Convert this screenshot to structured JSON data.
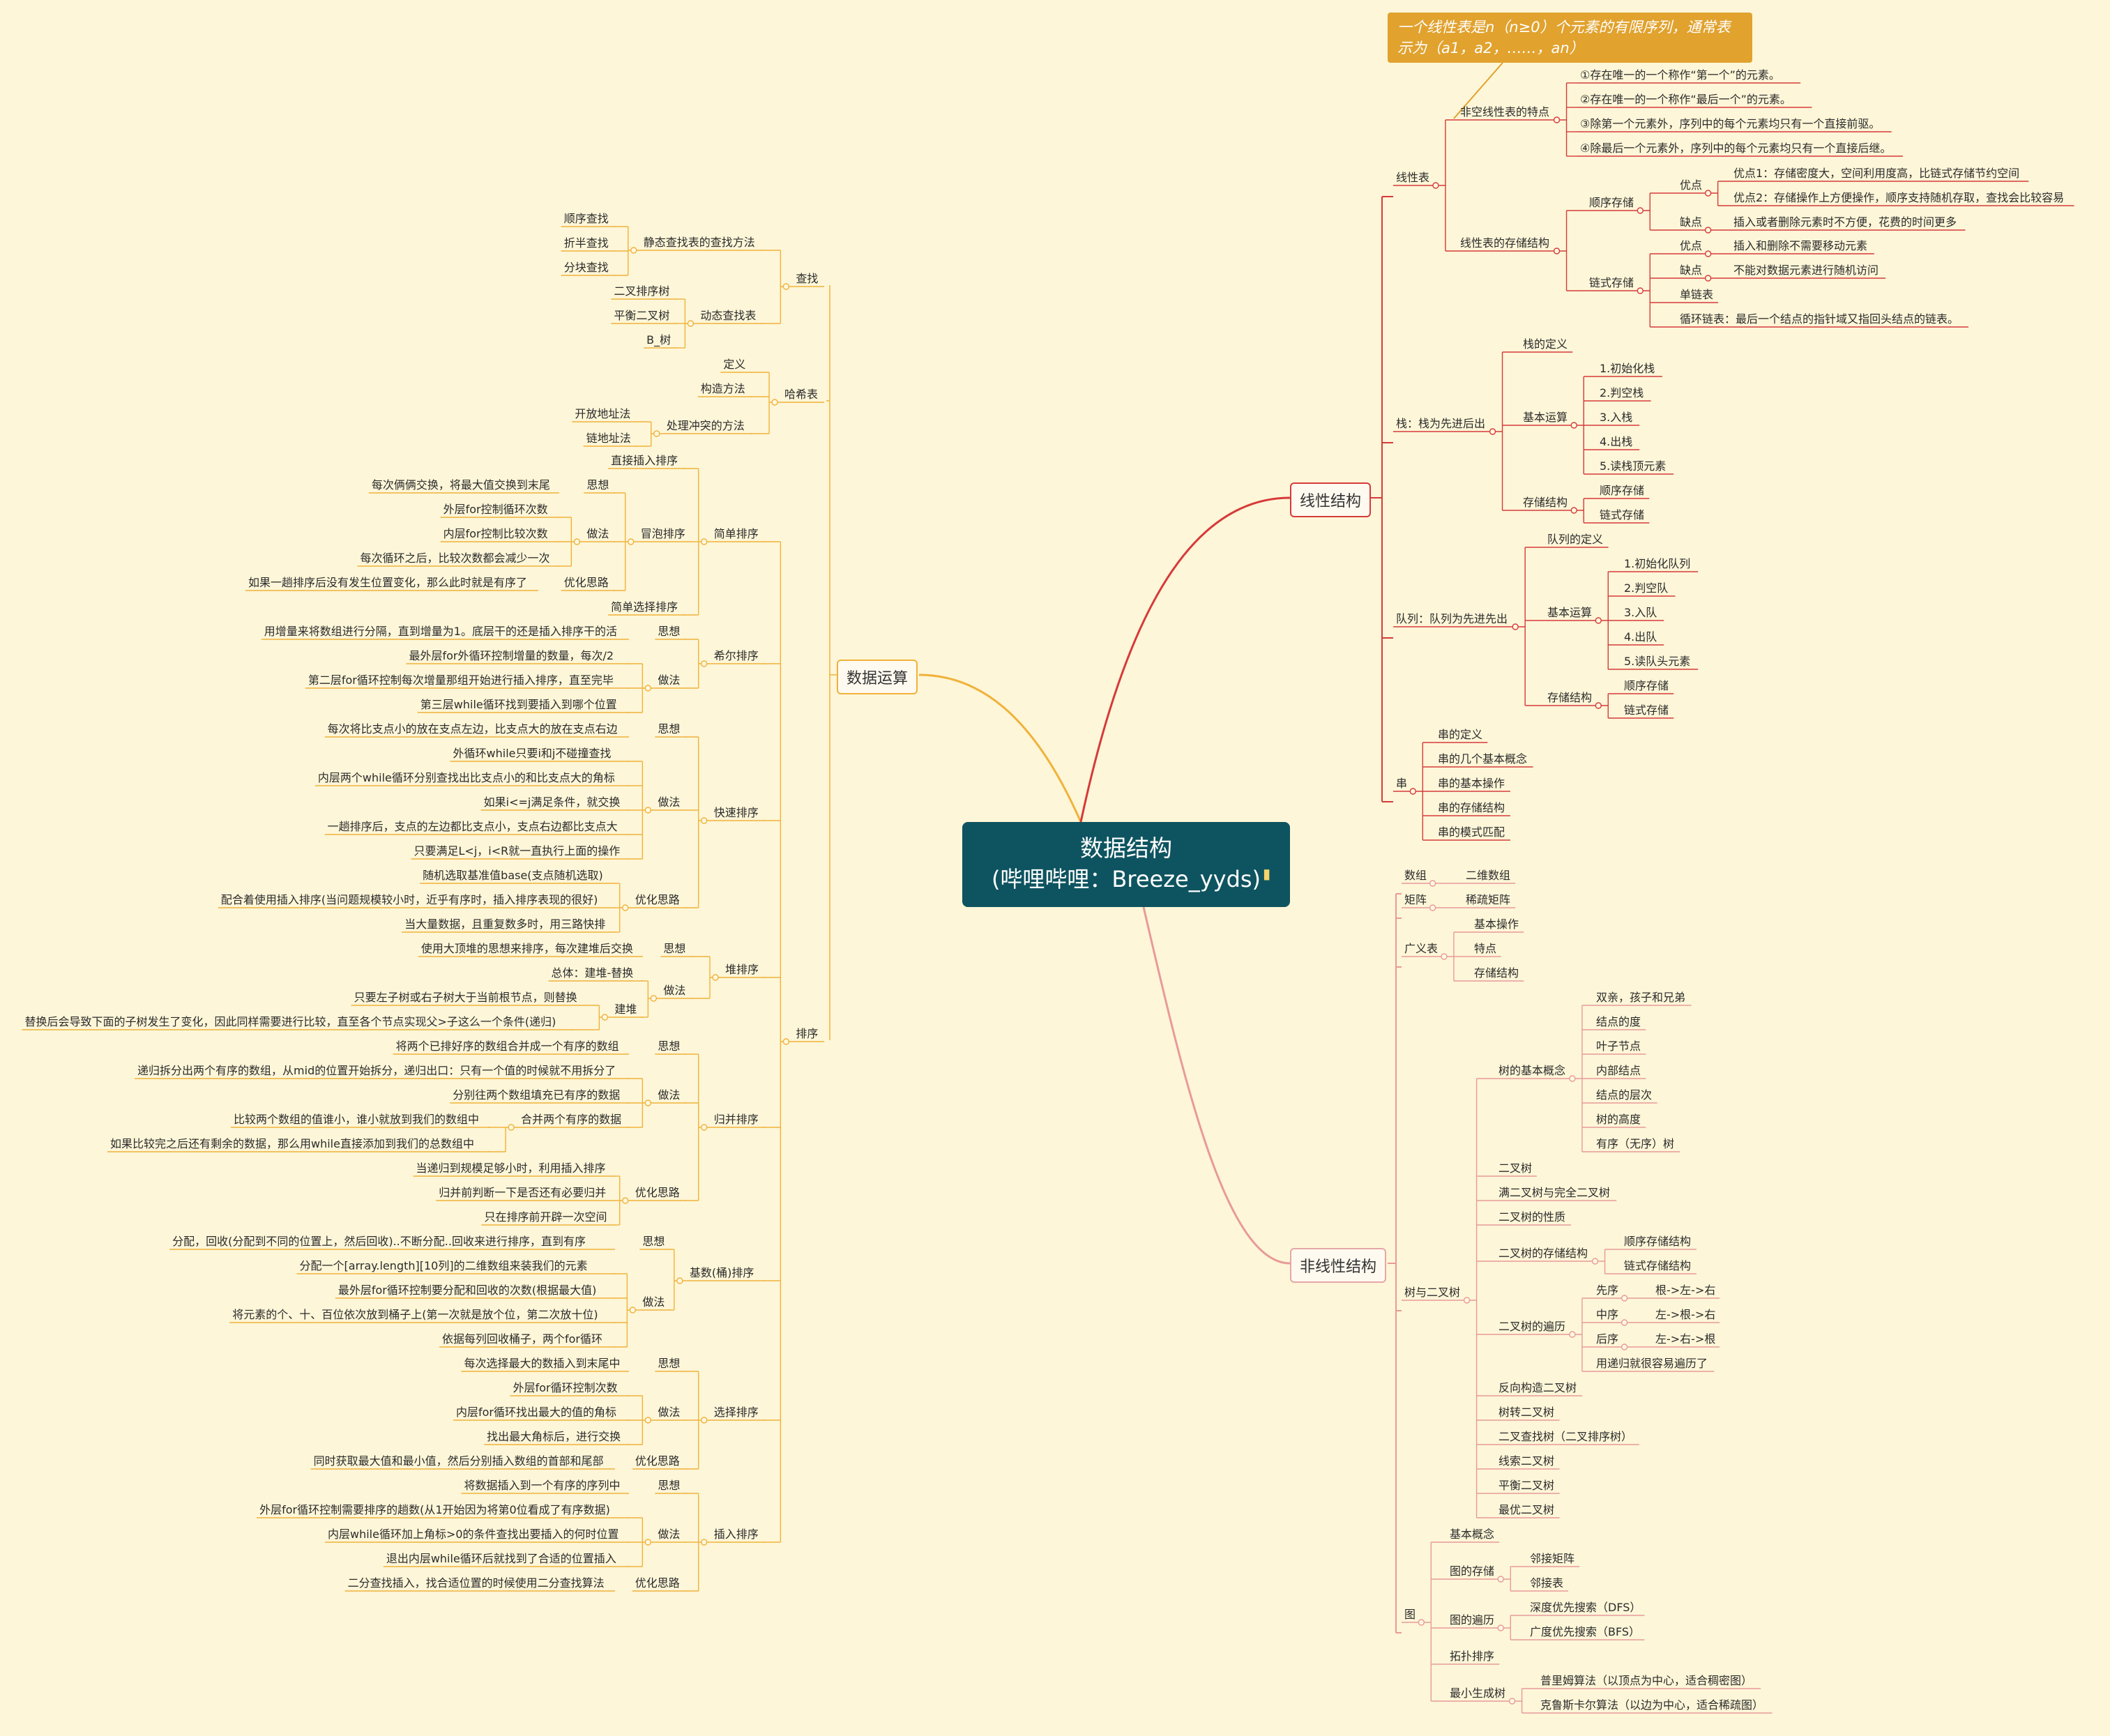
{
  "root": {
    "line1": "数据结构",
    "line2": "(哔哩哔哩：Breeze_yyds)",
    "icon": "note-icon"
  },
  "callout": "一个线性表是n（n≥0）个元素的有限序列，通常表示为（a1，a2，……，an）",
  "colors": {
    "background": "#fdf6d8",
    "root": "#0e5460",
    "left": "#f0b23a",
    "linear": "#d63a3a",
    "nonlinear": "#e6a7a7",
    "callout": "#e1a22e"
  },
  "branches": {
    "ops": "数据运算",
    "linear": "线性结构",
    "nonlinear": "非线性结构"
  },
  "ops": {
    "search": {
      "label": "查找",
      "static": {
        "label": "静态查找表的查找方法",
        "items": [
          "顺序查找",
          "折半查找",
          "分块查找"
        ]
      },
      "dynamic": {
        "label": "动态查找表",
        "items": [
          "二叉排序树",
          "平衡二叉树",
          "B_树"
        ]
      }
    },
    "hash": {
      "label": "哈希表",
      "items": [
        "定义",
        "构造方法"
      ],
      "conflict": {
        "label": "处理冲突的方法",
        "items": [
          "开放地址法",
          "链地址法"
        ]
      }
    },
    "sort": {
      "label": "排序",
      "simple": {
        "label": "简单排序",
        "insert": "直接插入排序",
        "bubble": {
          "label": "冒泡排序",
          "idea_label": "思想",
          "idea": "每次俩俩交换，将最大值交换到末尾",
          "method_label": "做法",
          "method": [
            "外层for控制循环次数",
            "内层for控制比较次数",
            "每次循环之后，比较次数都会减少一次"
          ],
          "opt_label": "优化思路",
          "opt": "如果一趟排序后没有发生位置变化，那么此时就是有序了"
        },
        "select": "简单选择排序"
      },
      "shell": {
        "label": "希尔排序",
        "idea_label": "思想",
        "idea": "用增量来将数组进行分隔，直到增量为1。底层干的还是插入排序干的活",
        "method_label": "做法",
        "method": [
          "最外层for外循环控制增量的数量，每次/2",
          "第二层for循环控制每次增量那组开始进行插入排序，直至完毕",
          "第三层while循环找到要插入到哪个位置"
        ]
      },
      "quick": {
        "label": "快速排序",
        "idea_label": "思想",
        "idea": "每次将比支点小的放在支点左边，比支点大的放在支点右边",
        "method_label": "做法",
        "method": [
          "外循环while只要i和j不碰撞查找",
          "内层两个while循环分别查找出比支点小的和比支点大的角标",
          "如果i<=j满足条件，就交换",
          "一趟排序后，支点的左边都比支点小，支点右边都比支点大",
          "只要满足L<j，i<R就一直执行上面的操作"
        ],
        "opt_label": "优化思路",
        "opt": [
          "随机选取基准值base(支点随机选取)",
          "配合着使用插入排序(当问题规模较小时，近乎有序时，插入排序表现的很好)",
          "当大量数据，且重复数多时，用三路快排"
        ]
      },
      "heap": {
        "label": "堆排序",
        "idea_label": "思想",
        "idea": "使用大顶堆的思想来排序，每次建堆后交换",
        "method_label": "做法",
        "overall": "总体：建堆-替换",
        "build_label": "建堆",
        "build": [
          "只要左子树或右子树大于当前根节点，则替换",
          "替换后会导致下面的子树发生了变化，因此同样需要进行比较，直至各个节点实现父>子这么一个条件(递归)"
        ]
      },
      "merge": {
        "label": "归并排序",
        "idea_label": "思想",
        "idea": "将两个已排好序的数组合并成一个有序的数组",
        "method_label": "做法",
        "method": [
          "递归拆分出两个有序的数组，从mid的位置开始拆分，递归出口：只有一个值的时候就不用拆分了",
          "分别往两个数组填充已有序的数据"
        ],
        "combine_label": "合并两个有序的数据",
        "combine": [
          "比较两个数组的值谁小，谁小就放到我们的数组中",
          "如果比较完之后还有剩余的数据，那么用while直接添加到我们的总数组中"
        ],
        "opt_label": "优化思路",
        "opt": [
          "当递归到规模足够小时，利用插入排序",
          "归并前判断一下是否还有必要归并",
          "只在排序前开辟一次空间"
        ]
      },
      "radix": {
        "label": "基数(桶)排序",
        "idea_label": "思想",
        "idea": "分配，回收(分配到不同的位置上，然后回收)..不断分配..回收来进行排序，直到有序",
        "method_label": "做法",
        "method": [
          "分配一个[array.length][10列]的二维数组来装我们的元素",
          "最外层for循环控制要分配和回收的次数(根据最大值)",
          "将元素的个、十、百位依次放到桶子上(第一次就是放个位，第二次放十位)",
          "依据每列回收桶子，两个for循环"
        ]
      },
      "selection": {
        "label": "选择排序",
        "idea_label": "思想",
        "idea": "每次选择最大的数插入到末尾中",
        "method_label": "做法",
        "method": [
          "外层for循环控制次数",
          "内层for循环找出最大的值的角标",
          "找出最大角标后，进行交换"
        ],
        "opt_label": "优化思路",
        "opt": "同时获取最大值和最小值，然后分别插入数组的首部和尾部"
      },
      "insertion": {
        "label": "插入排序",
        "idea_label": "思想",
        "idea": "将数据插入到一个有序的序列中",
        "method_label": "做法",
        "method": [
          "外层for循环控制需要排序的趟数(从1开始因为将第0位看成了有序数据)",
          "内层while循环加上角标>0的条件查找出要插入的何时位置",
          "退出内层while循环后就找到了合适的位置插入"
        ],
        "opt_label": "优化思路",
        "opt": "二分查找插入，找合适位置的时候使用二分查找算法"
      }
    }
  },
  "linear": {
    "list": {
      "label": "线性表",
      "features": {
        "label": "非空线性表的特点",
        "items": [
          "①存在唯一的一个称作“第一个”的元素。",
          "②存在唯一的一个称作“最后一个”的元素。",
          "③除第一个元素外，序列中的每个元素均只有一个直接前驱。",
          "④除最后一个元素外，序列中的每个元素均只有一个直接后继。"
        ]
      },
      "storage": {
        "label": "线性表的存储结构",
        "seq": {
          "label": "顺序存储",
          "pros_label": "优点",
          "pros": [
            "优点1：存储密度大，空间利用度高，比链式存储节约空间",
            "优点2：存储操作上方便操作，顺序支持随机存取，查找会比较容易"
          ],
          "cons_label": "缺点",
          "cons": "插入或者删除元素时不方便，花费的时间更多"
        },
        "link": {
          "label": "链式存储",
          "pros_label": "优点",
          "pros": "插入和删除不需要移动元素",
          "cons_label": "缺点",
          "cons": "不能对数据元素进行随机访问",
          "single": "单链表",
          "circular": "循环链表：最后一个结点的指针域又指回头结点的链表。"
        }
      }
    },
    "stack": {
      "label": "栈：栈为先进后出",
      "def": "栈的定义",
      "ops_label": "基本运算",
      "ops": [
        "1.初始化栈",
        "2.判空栈",
        "3.入栈",
        "4.出栈",
        "5.读栈顶元素"
      ],
      "store_label": "存储结构",
      "store": [
        "顺序存储",
        "链式存储"
      ]
    },
    "queue": {
      "label": "队列：队列为先进先出",
      "def": "队列的定义",
      "ops_label": "基本运算",
      "ops": [
        "1.初始化队列",
        "2.判空队",
        "3.入队",
        "4.出队",
        "5.读队头元素"
      ],
      "store_label": "存储结构",
      "store": [
        "顺序存储",
        "链式存储"
      ]
    },
    "string": {
      "label": "串",
      "items": [
        "串的定义",
        "串的几个基本概念",
        "串的基本操作",
        "串的存储结构",
        "串的模式匹配"
      ]
    }
  },
  "nonlinear": {
    "array": {
      "label": "数组",
      "child": "二维数组"
    },
    "matrix": {
      "label": "矩阵",
      "child": "稀疏矩阵"
    },
    "glist": {
      "label": "广义表",
      "items": [
        "基本操作",
        "特点",
        "存储结构"
      ]
    },
    "tree": {
      "label": "树与二叉树",
      "concept": {
        "label": "树的基本概念",
        "items": [
          "双亲，孩子和兄弟",
          "结点的度",
          "叶子节点",
          "内部结点",
          "结点的层次",
          "树的高度",
          "有序（无序）树"
        ]
      },
      "items1": [
        "二叉树",
        "满二叉树与完全二叉树",
        "二叉树的性质"
      ],
      "storage": {
        "label": "二叉树的存储结构",
        "items": [
          "顺序存储结构",
          "链式存储结构"
        ]
      },
      "traverse": {
        "label": "二叉树的遍历",
        "rows": [
          {
            "name": "先序",
            "val": "根->左->右"
          },
          {
            "name": "中序",
            "val": "左->根->右"
          },
          {
            "name": "后序",
            "val": "左->右->根"
          }
        ],
        "note": "用递归就很容易遍历了"
      },
      "items2": [
        "反向构造二叉树",
        "树转二叉树",
        "二叉查找树（二叉排序树）",
        "线索二叉树",
        "平衡二叉树",
        "最优二叉树"
      ]
    },
    "graph": {
      "label": "图",
      "concept": "基本概念",
      "storage": {
        "label": "图的存储",
        "items": [
          "邻接矩阵",
          "邻接表"
        ]
      },
      "traverse": {
        "label": "图的遍历",
        "items": [
          "深度优先搜索（DFS）",
          "广度优先搜索（BFS）"
        ]
      },
      "topo": "拓扑排序",
      "mst": {
        "label": "最小生成树",
        "items": [
          "普里姆算法（以顶点为中心，适合稠密图）",
          "克鲁斯卡尔算法（以边为中心，适合稀疏图）"
        ]
      }
    }
  }
}
